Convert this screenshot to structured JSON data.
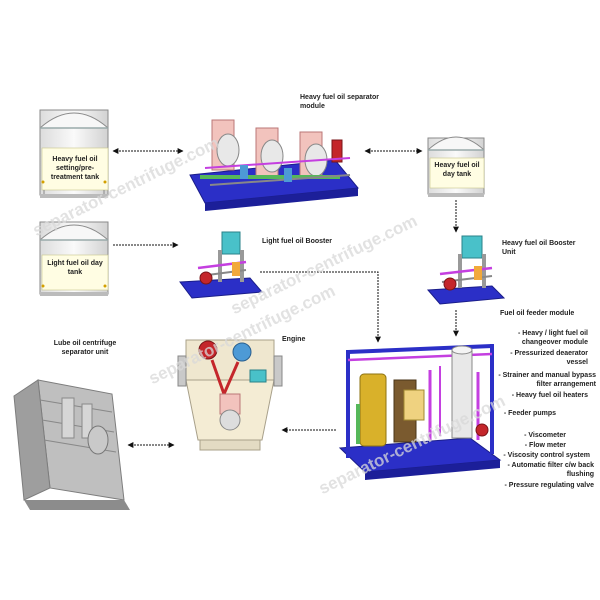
{
  "labels": {
    "hfo_setting_tank": "Heavy fuel oil setting/pre-treatment tank",
    "hfo_separator_module": "Heavy fuel oil separator module",
    "hfo_day_tank": "Heavy fuel oil day tank",
    "lfo_day_tank": "Light fuel oil day tank",
    "lfo_booster": "Light  fuel oil  Booster",
    "hfo_booster": "Heavy fuel oil  Booster Unit",
    "fuel_oil_feeder_module": "Fuel oil feeder module",
    "lube_oil_unit": "Lube oil centrifuge separator unit",
    "engine": "Engine"
  },
  "feeder_items": [
    "- Heavy / light fuel oil changeover module",
    "- Pressurized deaerator vessel",
    "- Strainer and manual bypass filter arrangement",
    "- Heavy fuel oil heaters",
    "- Feeder pumps",
    "- Viscometer",
    "- Flow meter",
    "- Viscosity control system",
    "- Automatic filter c/w back flushing",
    "- Pressure regulating valve"
  ],
  "watermarks": [
    "separator-centrifuge.com",
    "separator-centrifuge.com",
    "separator-centrifuge.com",
    "separator-centrifuge.com"
  ],
  "colors": {
    "tank_frame": "#c9c9c9",
    "tank_roof": "#f4f4f4",
    "tank_body": "#eeeeee",
    "label_box": "#fffde3",
    "skid_blue": "#2b2fc7",
    "pipe_purple": "#c43fe0",
    "heater_yellow": "#d9b12a",
    "cyan_panel": "#49c1c9",
    "red_pump": "#c4262b",
    "arrow": "#111111"
  }
}
